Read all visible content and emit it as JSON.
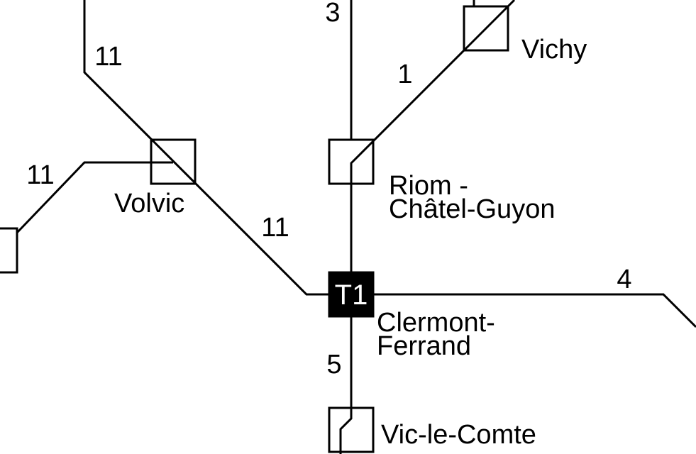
{
  "colors": {
    "line": "#000000",
    "background": "#ffffff",
    "hub_fill": "#000000",
    "hub_text": "#ffffff"
  },
  "hub": {
    "code": "T1",
    "name_line1": "Clermont-",
    "name_line2": "Ferrand"
  },
  "stations": {
    "vichy": "Vichy",
    "riom_line1": "Riom -",
    "riom_line2": "Châtel-Guyon",
    "volvic": "Volvic",
    "vic_le_comte": "Vic-le-Comte"
  },
  "route_numbers": {
    "r3": "3",
    "r1": "1",
    "r11_top": "11",
    "r11_left": "11",
    "r11_mid": "11",
    "r4": "4",
    "r5": "5"
  }
}
